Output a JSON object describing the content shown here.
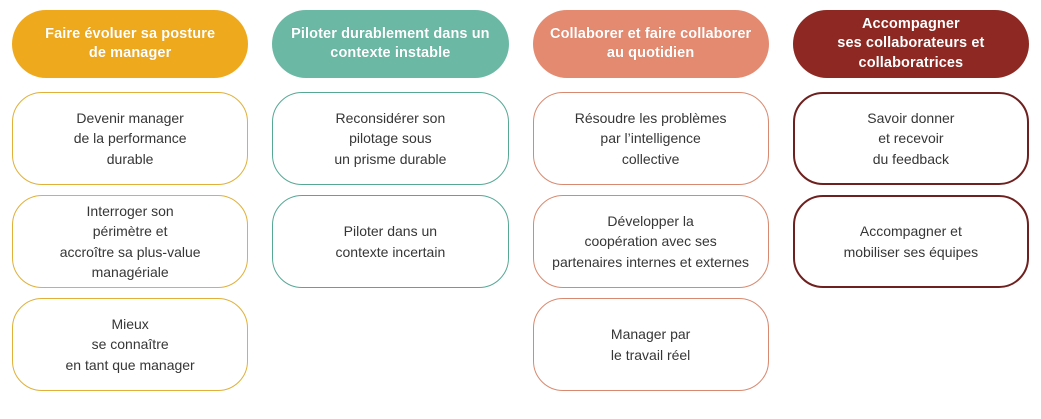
{
  "theme": {
    "page_background": "#ffffff",
    "card_background": "#ffffff",
    "card_text_color": "#363636",
    "header_text_color": "#ffffff"
  },
  "columns": [
    {
      "id": "posture-de-manager",
      "header": {
        "lines": [
          "Faire évoluer sa posture",
          "de manager"
        ],
        "fill_color": "#EFA91D"
      },
      "border_color": "#E0B03A",
      "cards": [
        {
          "lines": [
            "Devenir manager",
            "de la performance",
            "durable"
          ]
        },
        {
          "lines": [
            "Interroger son",
            "périmètre et",
            "accroître sa plus-value",
            "managériale"
          ]
        },
        {
          "lines": [
            "Mieux",
            "se connaître",
            "en tant que manager"
          ]
        }
      ]
    },
    {
      "id": "pilotage-durable",
      "header": {
        "lines": [
          "Piloter durablement dans un",
          "contexte instable"
        ],
        "fill_color": "#6BB8A4"
      },
      "border_color": "#56A894",
      "cards": [
        {
          "lines": [
            "Reconsidérer son",
            "pilotage sous",
            "un prisme durable"
          ]
        },
        {
          "lines": [
            "Piloter dans un",
            "contexte incertain"
          ]
        }
      ]
    },
    {
      "id": "collaboration",
      "header": {
        "lines": [
          "Collaborer et faire collaborer",
          "au quotidien"
        ],
        "fill_color": "#E48A70"
      },
      "border_color": "#D88A70",
      "cards": [
        {
          "lines": [
            "Résoudre les problèmes",
            "par l’intelligence",
            "collective"
          ]
        },
        {
          "lines": [
            "Développer la",
            "coopération avec ses",
            "partenaires internes et externes"
          ]
        },
        {
          "lines": [
            "Manager par",
            "le travail réel"
          ]
        }
      ]
    },
    {
      "id": "accompagnement",
      "header": {
        "lines": [
          "Accompagner",
          "ses collaborateurs et",
          "collaboratrices"
        ],
        "fill_color": "#8E2822"
      },
      "border_color": "#6E201E",
      "cards": [
        {
          "lines": [
            "Savoir donner",
            "et recevoir",
            "du feedback"
          ]
        },
        {
          "lines": [
            "Accompagner et",
            "mobiliser ses équipes"
          ]
        }
      ]
    }
  ],
  "layout": {
    "max_rows": 3
  }
}
